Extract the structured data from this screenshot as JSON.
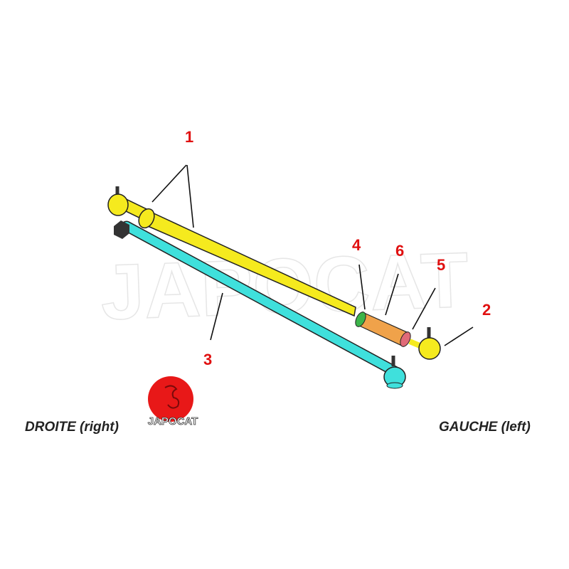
{
  "diagram": {
    "watermark": "JAPOCAT",
    "logo_text": "JAPOCAT",
    "callouts": [
      {
        "id": "1",
        "label": "1"
      },
      {
        "id": "2",
        "label": "2"
      },
      {
        "id": "3",
        "label": "3"
      },
      {
        "id": "4",
        "label": "4"
      },
      {
        "id": "5",
        "label": "5"
      },
      {
        "id": "6",
        "label": "6"
      }
    ],
    "side_labels": {
      "right": "DROITE (right)",
      "left": "GAUCHE (left)"
    },
    "colors": {
      "rod_yellow": "#f5ea1e",
      "rod_cyan": "#3fe0dc",
      "sleeve_orange": "#f0a24a",
      "ring_green": "#3cb44a",
      "ring_pink": "#e06a78",
      "callout_red": "#e01010",
      "logo_red": "#e81818"
    }
  }
}
